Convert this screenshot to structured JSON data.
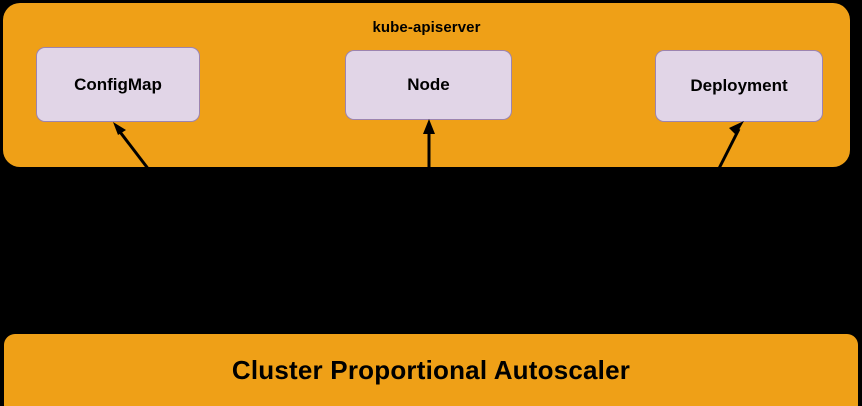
{
  "diagram": {
    "background_color": "#000000",
    "title": "Cluster Proportional Autoscaler watching kube-apiserver resources"
  },
  "apiserver": {
    "title": "kube-apiserver",
    "panel_color": "#EFA017",
    "resources": [
      {
        "label": "ConfigMap",
        "fill_color": "#E1D5E7",
        "border_color": "#9C84B0"
      },
      {
        "label": "Node",
        "fill_color": "#E1D5E7",
        "border_color": "#9C84B0"
      },
      {
        "label": "Deployment",
        "fill_color": "#E1D5E7",
        "border_color": "#9C84B0"
      }
    ]
  },
  "connectors": [
    {
      "name": "configmap-arrow",
      "target": "ConfigMap",
      "direction": "up-left",
      "color": "#000000"
    },
    {
      "name": "node-arrow",
      "target": "Node",
      "direction": "up",
      "color": "#000000"
    },
    {
      "name": "deployment-arrow",
      "target": "Deployment",
      "direction": "up-right",
      "color": "#000000"
    }
  ],
  "autoscaler": {
    "label": "Cluster Proportional Autoscaler",
    "bar_color": "#EFA017"
  }
}
